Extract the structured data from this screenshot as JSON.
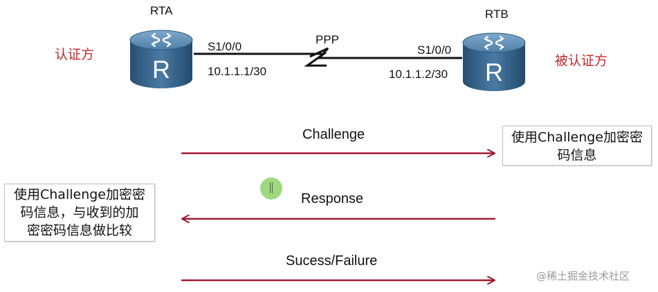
{
  "routers": {
    "rta": {
      "name": "RTA",
      "letter": "R",
      "role": "认证方",
      "interface": "S1/0/0",
      "ip": "10.1.1.1/30"
    },
    "rtb": {
      "name": "RTB",
      "letter": "R",
      "role": "被认证方",
      "interface": "S1/0/0",
      "ip": "10.1.1.2/30"
    }
  },
  "link": {
    "protocol": "PPP"
  },
  "messages": [
    {
      "label": "Challenge",
      "direction": "right"
    },
    {
      "label": "Response",
      "direction": "left"
    },
    {
      "label": "Sucess/Failure",
      "direction": "right"
    }
  ],
  "notes": {
    "rtb_note": [
      "使用Challenge加密密",
      "码信息"
    ],
    "rta_note": [
      "使用Challenge加密密",
      "码信息，与收到的加",
      "密密码信息做比较"
    ]
  },
  "watermark": "@稀土掘金技术社区",
  "colors": {
    "arrow": "#a3182f",
    "role_text": "#c0272d",
    "router_body": "#2f5f86",
    "router_top": "#5d8fb8"
  }
}
